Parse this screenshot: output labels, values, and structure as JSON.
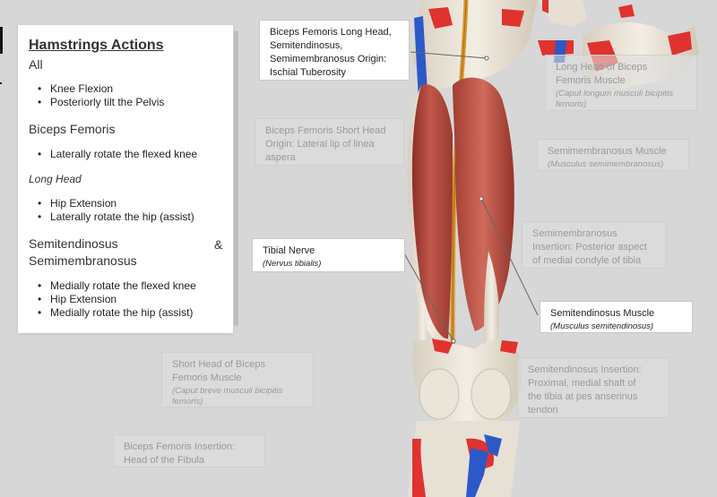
{
  "panel": {
    "title": "Hamstrings Actions",
    "sections": [
      {
        "heading": "All",
        "items": [
          "Knee Flexion",
          "Posteriorly tilt the Pelvis"
        ]
      },
      {
        "heading": "Biceps Femoris",
        "items": [
          "Laterally rotate the flexed knee"
        ]
      },
      {
        "heading": "Long Head",
        "items": [
          "Hip Extension",
          "Laterally rotate the hip (assist)"
        ]
      },
      {
        "heading": "Semitendinosus",
        "amp": "&",
        "heading2": "Semimembranosus",
        "items": [
          "Medially rotate the flexed knee",
          "Hip Extension",
          "Medially rotate the hip (assist)"
        ]
      }
    ]
  },
  "labels": {
    "bf_long_origin": {
      "lines": [
        "Biceps Femoris Long Head,",
        "Semitendinosus,",
        "Semimembranosus Origin:",
        "Ischial Tuberosity"
      ]
    },
    "long_head_muscle": {
      "lines": [
        "Long Head of Biceps",
        "Femoris Muscle"
      ],
      "latin": [
        "(Caput longum musculi bicipitis",
        "femoris)"
      ]
    },
    "bf_short_origin": {
      "lines": [
        "Biceps Femoris Short Head",
        "Origin: Lateral lip of linea",
        "aspera"
      ]
    },
    "semimembranosus_muscle": {
      "lines": [
        "Semimembranosus Muscle"
      ],
      "latin": [
        "(Musculus semimembranosus)"
      ]
    },
    "semimembranosus_insertion": {
      "lines": [
        "Semimembranosus",
        "Insertion: Posterior aspect",
        "of medial condyle of tibia"
      ]
    },
    "tibial_nerve": {
      "lines": [
        "Tibial Nerve"
      ],
      "latin": [
        "(Nervus tibialis)"
      ]
    },
    "semitendinosus_muscle": {
      "lines": [
        "Semitendinosus Muscle"
      ],
      "latin": [
        "(Musculus semitendinosus)"
      ]
    },
    "short_head_muscle": {
      "lines": [
        "Short Head of Biceps",
        "Femoris Muscle"
      ],
      "latin": [
        "(Caput breve musculi bicipitis",
        "femoris)"
      ]
    },
    "semitendinosus_insertion": {
      "lines": [
        "Semitendinosus Insertion:",
        "Proximal, medial shaft of",
        "the tibia at pes anserinus",
        "tendon"
      ]
    },
    "bf_insertion": {
      "lines": [
        "Biceps Femoris Insertion:",
        "Head of the Fibula"
      ]
    }
  },
  "colors": {
    "background": "#d7d7d7",
    "muscle": "#b8483c",
    "bone": "#ece4d6",
    "nerve": "#d9982e",
    "vessel": "#2c59c7",
    "attachment": "#e0322f"
  }
}
